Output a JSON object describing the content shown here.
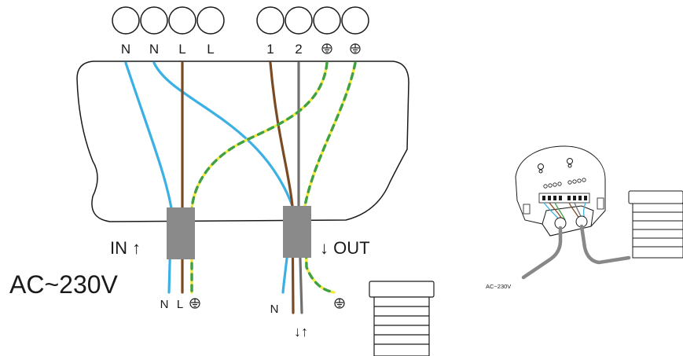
{
  "terminals": {
    "left_group": [
      "N",
      "N",
      "L",
      "L"
    ],
    "right_group": [
      "1",
      "2",
      "⏚",
      "⏚"
    ]
  },
  "in_label": "IN ↑",
  "out_label": "↓ OUT",
  "voltage_label": "AC~230V",
  "input_wires": {
    "n": "N",
    "l": "L",
    "pe": "⏚"
  },
  "output_wires": {
    "n": "N",
    "pe": "⏚",
    "arrows": "↓↑"
  },
  "module_voltage_label": "AC~230V",
  "colors": {
    "neutral": "#3bb0e4",
    "live": "#7a4a23",
    "output_1": "#7a4a23",
    "output_2": "#707070",
    "earth_yellow": "#f2e93a",
    "earth_green": "#3fa046",
    "connector": "#8a8a8a"
  },
  "icons": [
    "terminal-circle",
    "earth-symbol-icon",
    "arrow-up-icon",
    "arrow-down-icon",
    "roller-blind-icon"
  ]
}
